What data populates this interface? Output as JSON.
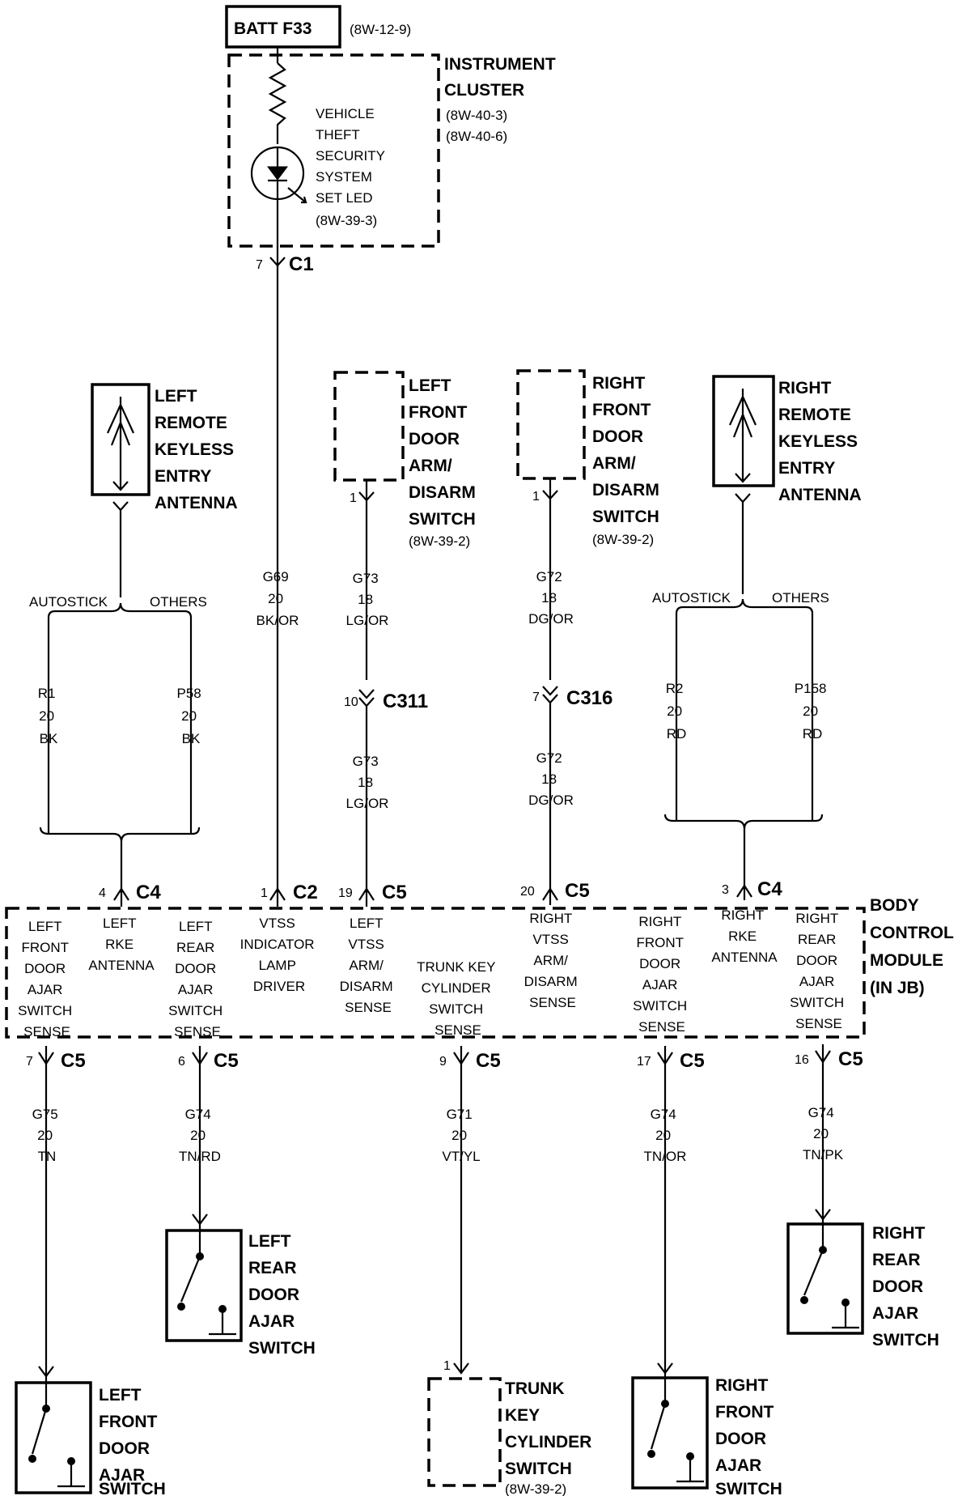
{
  "top": {
    "batt_label": "BATT F33",
    "batt_ref": "(8W-12-9)",
    "cluster_title": [
      "INSTRUMENT",
      "CLUSTER"
    ],
    "cluster_refs": [
      "(8W-40-3)",
      "(8W-40-6)"
    ],
    "led_text": [
      "VEHICLE",
      "THEFT",
      "SECURITY",
      "SYSTEM",
      "SET LED",
      "(8W-39-3)"
    ],
    "c1_pin": "7",
    "c1_label": "C1"
  },
  "components": {
    "left_antenna": [
      "LEFT",
      "REMOTE",
      "KEYLESS",
      "ENTRY",
      "ANTENNA"
    ],
    "right_antenna": [
      "RIGHT",
      "REMOTE",
      "KEYLESS",
      "ENTRY",
      "ANTENNA"
    ],
    "lf_arm_switch": [
      "LEFT",
      "FRONT",
      "DOOR",
      "ARM/",
      "DISARM",
      "SWITCH"
    ],
    "lf_arm_ref": "(8W-39-2)",
    "lf_arm_pin": "1",
    "rf_arm_switch": [
      "RIGHT",
      "FRONT",
      "DOOR",
      "ARM/",
      "DISARM",
      "SWITCH"
    ],
    "rf_arm_ref": "(8W-39-2)",
    "rf_arm_pin": "1"
  },
  "wires": {
    "g69": [
      "G69",
      "20",
      "BK/OR"
    ],
    "g73a": [
      "G73",
      "18",
      "LG/OR"
    ],
    "c311_pin": "10",
    "c311_label": "C311",
    "g73b": [
      "G73",
      "18",
      "LG/OR"
    ],
    "g72a": [
      "G72",
      "18",
      "DG/OR"
    ],
    "c316_pin": "7",
    "c316_label": "C316",
    "g72b": [
      "G72",
      "18",
      "DG/OR"
    ],
    "left_split": [
      "AUTOSTICK",
      "OTHERS"
    ],
    "right_split": [
      "AUTOSTICK",
      "OTHERS"
    ],
    "r1": [
      "R1",
      "20",
      "BK"
    ],
    "p58": [
      "P58",
      "20",
      "BK"
    ],
    "r2": [
      "R2",
      "20",
      "RD"
    ],
    "p158": [
      "P158",
      "20",
      "RD"
    ]
  },
  "bcm": {
    "title": [
      "BODY",
      "CONTROL",
      "MODULE",
      "(IN JB)"
    ],
    "top_pins": [
      {
        "pin": "4",
        "conn": "C4"
      },
      {
        "pin": "1",
        "conn": "C2"
      },
      {
        "pin": "19",
        "conn": "C5"
      },
      {
        "pin": "20",
        "conn": "C5"
      },
      {
        "pin": "3",
        "conn": "C4"
      }
    ],
    "cells": [
      [
        "LEFT",
        "FRONT",
        "DOOR",
        "AJAR",
        "SWITCH",
        "SENSE"
      ],
      [
        "LEFT",
        "RKE",
        "ANTENNA"
      ],
      [
        "LEFT",
        "REAR",
        "DOOR",
        "AJAR",
        "SWITCH",
        "SENSE"
      ],
      [
        "VTSS",
        "INDICATOR",
        "LAMP",
        "DRIVER"
      ],
      [
        "LEFT",
        "VTSS",
        "ARM/",
        "DISARM",
        "SENSE"
      ],
      [
        "TRUNK KEY",
        "CYLINDER",
        "SWITCH",
        "SENSE"
      ],
      [
        "RIGHT",
        "VTSS",
        "ARM/",
        "DISARM",
        "SENSE"
      ],
      [
        "RIGHT",
        "FRONT",
        "DOOR",
        "AJAR",
        "SWITCH",
        "SENSE"
      ],
      [
        "RIGHT",
        "RKE",
        "ANTENNA"
      ],
      [
        "RIGHT",
        "REAR",
        "DOOR",
        "AJAR",
        "SWITCH",
        "SENSE"
      ]
    ],
    "bottom_pins": [
      {
        "pin": "7",
        "conn": "C5"
      },
      {
        "pin": "6",
        "conn": "C5"
      },
      {
        "pin": "9",
        "conn": "C5"
      },
      {
        "pin": "17",
        "conn": "C5"
      },
      {
        "pin": "16",
        "conn": "C5"
      }
    ]
  },
  "bottom": {
    "g75": [
      "G75",
      "20",
      "TN"
    ],
    "g74a": [
      "G74",
      "20",
      "TN/RD"
    ],
    "g71": [
      "G71",
      "20",
      "VT/YL"
    ],
    "g74b": [
      "G74",
      "20",
      "TN/OR"
    ],
    "g74c": [
      "G74",
      "20",
      "TN/PK"
    ],
    "lf_ajar": [
      "LEFT",
      "FRONT",
      "DOOR",
      "AJAR",
      "SWITCH"
    ],
    "lr_ajar": [
      "LEFT",
      "REAR",
      "DOOR",
      "AJAR",
      "SWITCH"
    ],
    "trunk": [
      "TRUNK",
      "KEY",
      "CYLINDER",
      "SWITCH"
    ],
    "trunk_ref": "(8W-39-2)",
    "trunk_pin": "1",
    "rf_ajar": [
      "RIGHT",
      "FRONT",
      "DOOR",
      "AJAR",
      "SWITCH"
    ],
    "rr_ajar": [
      "RIGHT",
      "REAR",
      "DOOR",
      "AJAR",
      "SWITCH"
    ]
  }
}
